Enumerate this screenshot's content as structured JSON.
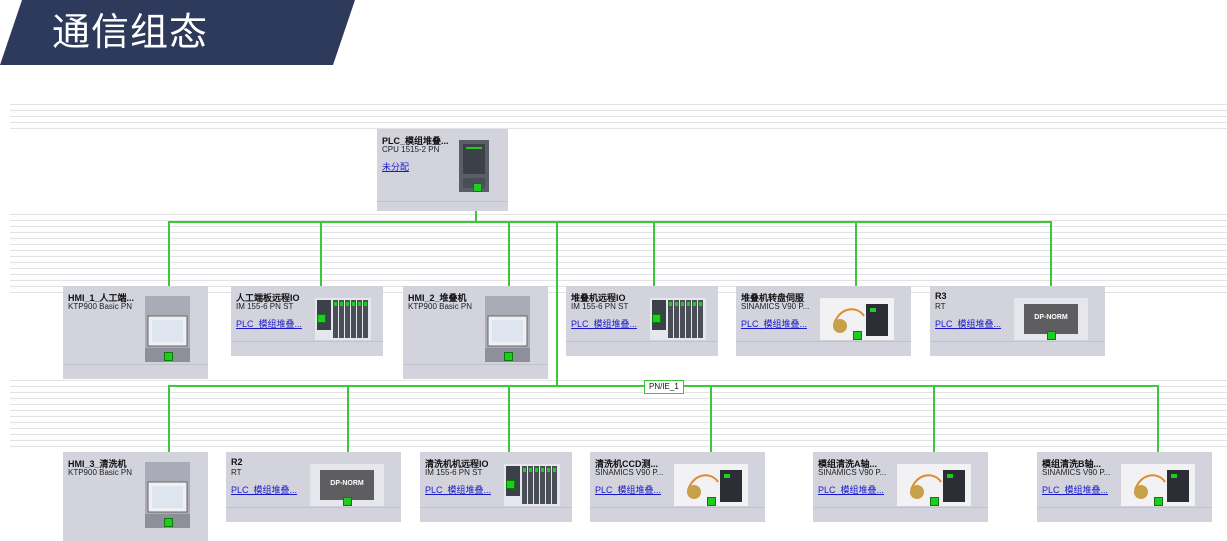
{
  "banner": {
    "title": "通信组态"
  },
  "network": {
    "label": "PN/IE_1",
    "color": "#38c838"
  },
  "plc": {
    "name": "PLC_模组堆叠...",
    "type": "CPU 1515-2 PN",
    "link": "未分配"
  },
  "devices": [
    {
      "name": "HMI_1_人工端...",
      "type": "KTP900 Basic PN",
      "link": ""
    },
    {
      "name": "人工端板远程IO",
      "type": "IM 155-6 PN ST",
      "link": "PLC_模组堆叠..."
    },
    {
      "name": "HMI_2_堆叠机",
      "type": "KTP900 Basic PN",
      "link": ""
    },
    {
      "name": "堆叠机远程IO",
      "type": "IM 155-6 PN ST",
      "link": "PLC_模组堆叠..."
    },
    {
      "name": "堆叠机转盘伺服",
      "type": "SINAMICS V90 P...",
      "link": "PLC_模组堆叠..."
    },
    {
      "name": "R3",
      "type": "RT",
      "link": "PLC_模组堆叠...",
      "module": "DP-NORM"
    },
    {
      "name": "HMI_3_清洗机",
      "type": "KTP900 Basic PN",
      "link": ""
    },
    {
      "name": "R2",
      "type": "RT",
      "link": "PLC_模组堆叠...",
      "module": "DP-NORM"
    },
    {
      "name": "清洗机机远程IO",
      "type": "IM 155-6 PN ST",
      "link": "PLC_模组堆叠..."
    },
    {
      "name": "清洗机CCD测...",
      "type": "SINAMICS V90 P...",
      "link": "PLC_模组堆叠..."
    },
    {
      "name": "模组清洗A轴...",
      "type": "SINAMICS V90 P...",
      "link": "PLC_模组堆叠..."
    },
    {
      "name": "模组清洗B轴...",
      "type": "SINAMICS V90 P...",
      "link": "PLC_模组堆叠..."
    }
  ],
  "colors": {
    "banner": "#2d3a5c",
    "device_bg": "#d2d3dd",
    "port": "#1fcc1f"
  }
}
